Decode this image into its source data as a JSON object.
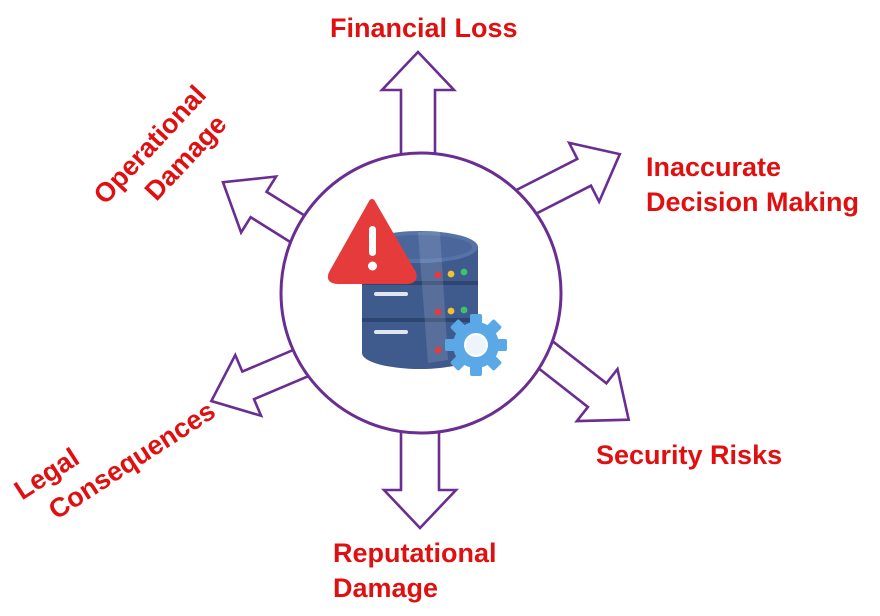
{
  "center": {
    "icon": "database-server-warning-gear-icon"
  },
  "effects": [
    {
      "id": "financial",
      "lines": [
        "Financial Loss"
      ]
    },
    {
      "id": "decision",
      "lines": [
        "Inaccurate",
        "Decision Making"
      ]
    },
    {
      "id": "security",
      "lines": [
        "Security Risks"
      ]
    },
    {
      "id": "reputational",
      "lines": [
        "Reputational",
        "Damage"
      ]
    },
    {
      "id": "legal",
      "lines": [
        "Legal",
        "Consequences"
      ]
    },
    {
      "id": "operational",
      "lines": [
        "Operational",
        "Damage"
      ]
    }
  ],
  "colors": {
    "label": "#e01010",
    "outline": "#6a2d91",
    "warning": "#e63b3b",
    "database": "#3f5a8c",
    "gear": "#5aa9e6"
  }
}
